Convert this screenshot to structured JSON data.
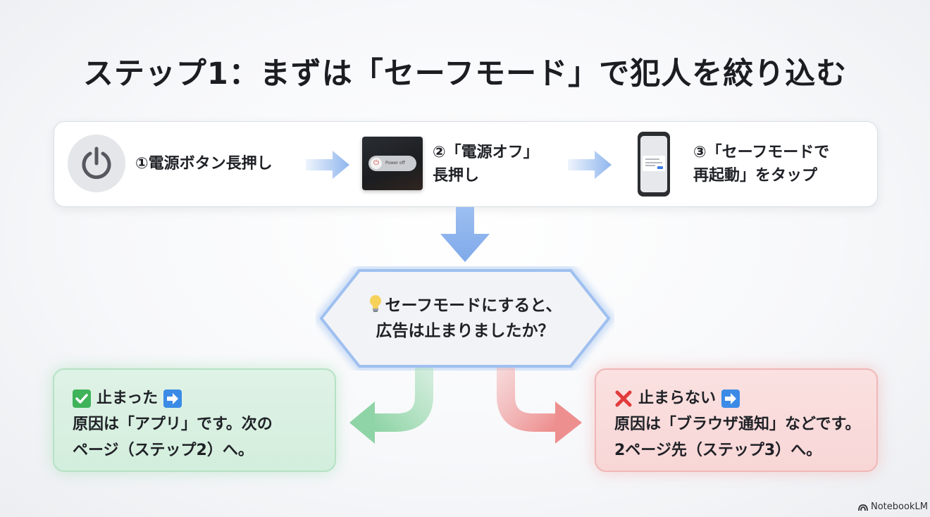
{
  "title": "ステップ1：まずは「セーフモード」で犯人を絞り込む",
  "steps": {
    "step1": {
      "label": "①電源ボタン長押し",
      "icon": "power-icon"
    },
    "step2": {
      "line1": "②「電源オフ」",
      "line2": "長押し",
      "thumb_text": "Power off",
      "icon": "power-off-slider-thumbnail"
    },
    "step3": {
      "line1": "③「セーフモードで",
      "line2": "再起動」をタップ",
      "icon": "phone-safe-mode-thumbnail"
    }
  },
  "question": {
    "line1": "セーフモードにすると、",
    "line2": "広告は止まりましたか？",
    "icon": "lightbulb-icon"
  },
  "results": {
    "yes": {
      "head": "止まった",
      "line1": "原因は「アプリ」です。次の",
      "line2": "ページ（ステップ2）へ。",
      "icons": [
        "check-mark-icon",
        "right-arrow-icon"
      ]
    },
    "no": {
      "head": "止まらない",
      "line1": "原因は「ブラウザ通知」などです。",
      "line2": "2ページ先（ステップ3）へ。",
      "icons": [
        "cross-mark-icon",
        "right-arrow-icon"
      ]
    }
  },
  "brand": "NotebookLM",
  "colors": {
    "arrow_blue": "#8fb6ee",
    "question_border": "#9fc0ef",
    "yes_green": "#8fd4a6",
    "no_red": "#ee8f8f"
  }
}
